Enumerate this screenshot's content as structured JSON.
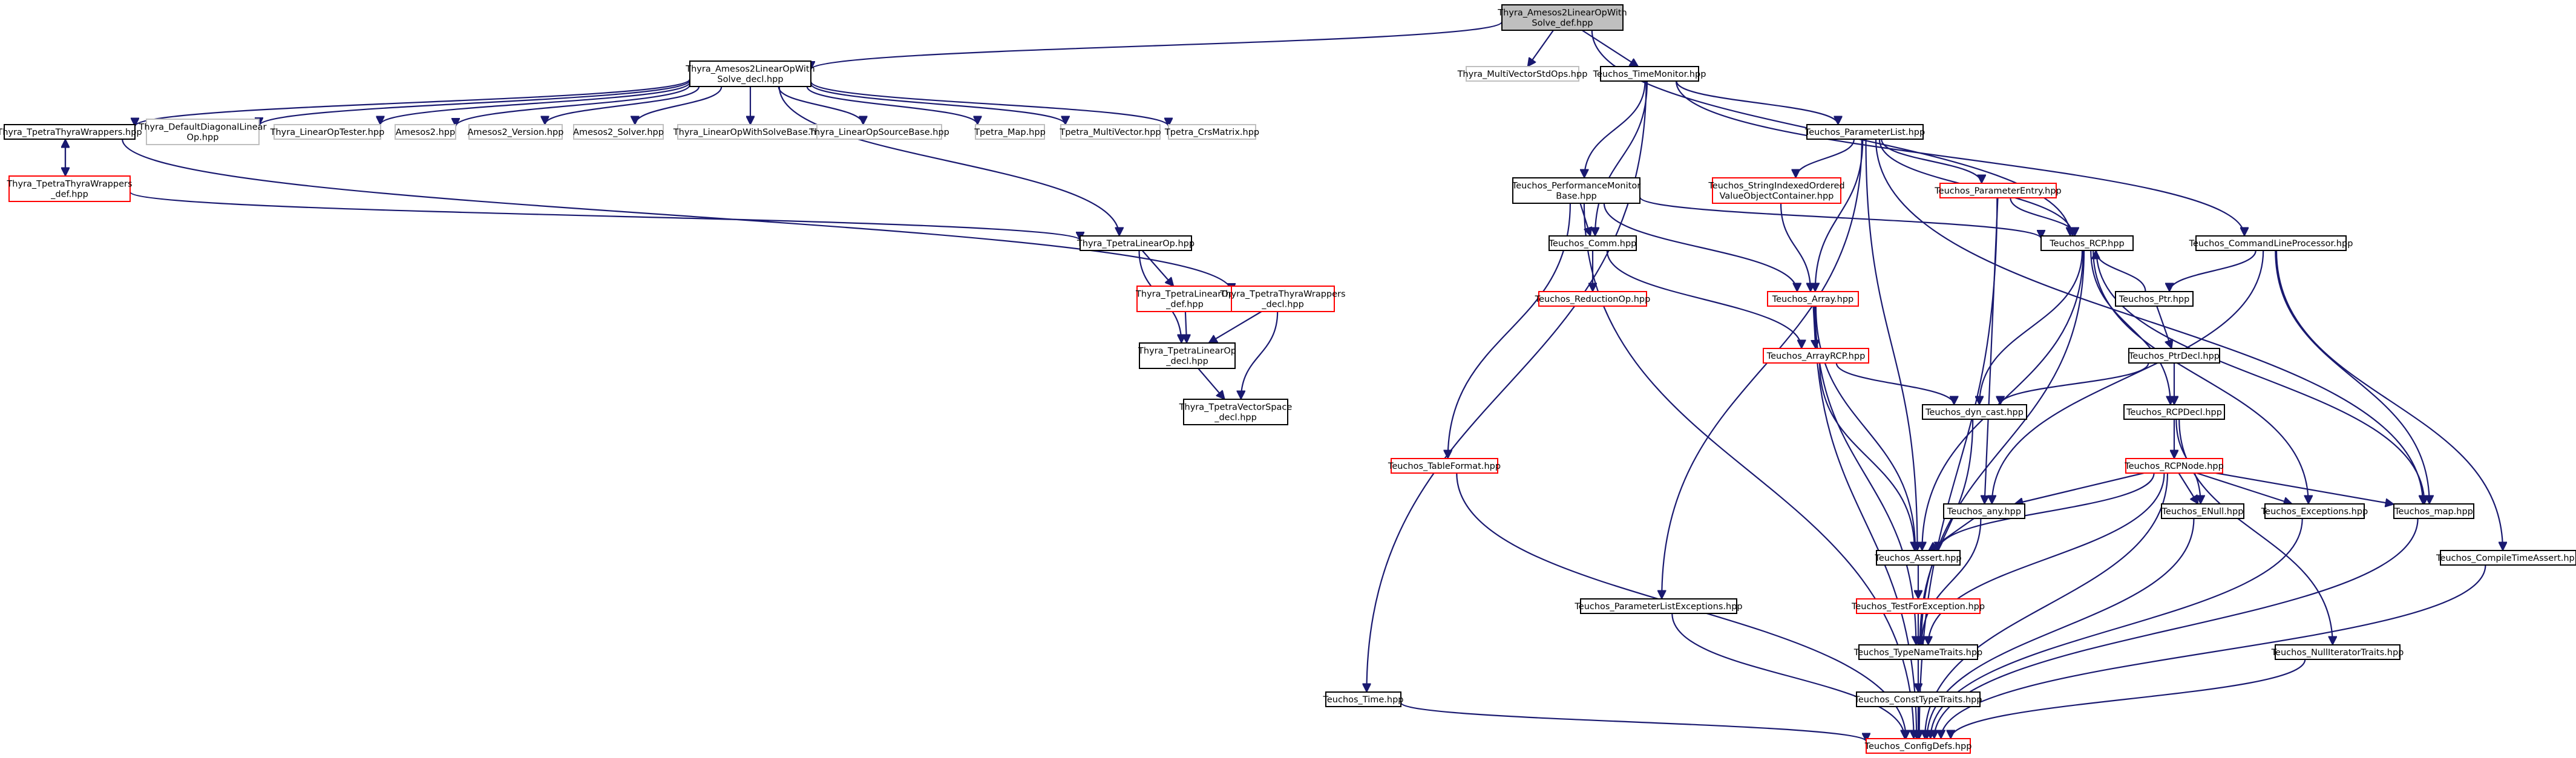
{
  "colors": {
    "root_fill": "#bfbfbf",
    "normal_border": "#000000",
    "documented_border": "#ff0000",
    "undocumented_border": "#bfbfbf",
    "edge": "#191970"
  },
  "nodes": [
    {
      "id": "n0",
      "lines": [
        "Thyra_Amesos2LinearOpWith",
        "Solve_def.hpp"
      ],
      "kind": "root"
    },
    {
      "id": "n1",
      "lines": [
        "Thyra_Amesos2LinearOpWith",
        "Solve_decl.hpp"
      ],
      "kind": "normal"
    },
    {
      "id": "n2",
      "lines": [
        "Thyra_MultiVectorStdOps.hpp"
      ],
      "kind": "undoc"
    },
    {
      "id": "n3",
      "lines": [
        "Teuchos_TimeMonitor.hpp"
      ],
      "kind": "normal"
    },
    {
      "id": "n4",
      "lines": [
        "Thyra_TpetraThyraWrappers.hpp"
      ],
      "kind": "normal"
    },
    {
      "id": "n5",
      "lines": [
        "Thyra_DefaultDiagonalLinear",
        "Op.hpp"
      ],
      "kind": "undoc"
    },
    {
      "id": "n6",
      "lines": [
        "Thyra_LinearOpTester.hpp"
      ],
      "kind": "undoc"
    },
    {
      "id": "n7",
      "lines": [
        "Amesos2.hpp"
      ],
      "kind": "undoc"
    },
    {
      "id": "n8",
      "lines": [
        "Amesos2_Version.hpp"
      ],
      "kind": "undoc"
    },
    {
      "id": "n9",
      "lines": [
        "Amesos2_Solver.hpp"
      ],
      "kind": "undoc"
    },
    {
      "id": "n10",
      "lines": [
        "Thyra_LinearOpWithSolveBase.hpp"
      ],
      "kind": "undoc"
    },
    {
      "id": "n11",
      "lines": [
        "Thyra_LinearOpSourceBase.hpp"
      ],
      "kind": "undoc"
    },
    {
      "id": "n12",
      "lines": [
        "Tpetra_Map.hpp"
      ],
      "kind": "undoc"
    },
    {
      "id": "n13",
      "lines": [
        "Tpetra_MultiVector.hpp"
      ],
      "kind": "undoc"
    },
    {
      "id": "n14",
      "lines": [
        "Tpetra_CrsMatrix.hpp"
      ],
      "kind": "undoc"
    },
    {
      "id": "n15",
      "lines": [
        "Thyra_TpetraThyraWrappers",
        "_def.hpp"
      ],
      "kind": "documented"
    },
    {
      "id": "n16",
      "lines": [
        "Thyra_TpetraLinearOp.hpp"
      ],
      "kind": "normal"
    },
    {
      "id": "n17",
      "lines": [
        "Thyra_TpetraLinearOp",
        "_def.hpp"
      ],
      "kind": "documented"
    },
    {
      "id": "n18",
      "lines": [
        "Thyra_TpetraThyraWrappers",
        "_decl.hpp"
      ],
      "kind": "documented"
    },
    {
      "id": "n19",
      "lines": [
        "Thyra_TpetraLinearOp",
        "_decl.hpp"
      ],
      "kind": "normal"
    },
    {
      "id": "n20",
      "lines": [
        "Thyra_TpetraVectorSpace",
        "_decl.hpp"
      ],
      "kind": "normal"
    },
    {
      "id": "n21",
      "lines": [
        "Teuchos_ParameterList.hpp"
      ],
      "kind": "normal"
    },
    {
      "id": "n22",
      "lines": [
        "Teuchos_PerformanceMonitor",
        "Base.hpp"
      ],
      "kind": "normal"
    },
    {
      "id": "n23",
      "lines": [
        "Teuchos_StringIndexedOrdered",
        "ValueObjectContainer.hpp"
      ],
      "kind": "documented"
    },
    {
      "id": "n24",
      "lines": [
        "Teuchos_ParameterEntry.hpp"
      ],
      "kind": "documented"
    },
    {
      "id": "n25",
      "lines": [
        "Teuchos_RCP.hpp"
      ],
      "kind": "normal"
    },
    {
      "id": "n26",
      "lines": [
        "Teuchos_CommandLineProcessor.hpp"
      ],
      "kind": "normal"
    },
    {
      "id": "n27",
      "lines": [
        "Teuchos_Comm.hpp"
      ],
      "kind": "normal"
    },
    {
      "id": "n28",
      "lines": [
        "Teuchos_ReductionOp.hpp"
      ],
      "kind": "documented"
    },
    {
      "id": "n29",
      "lines": [
        "Teuchos_Array.hpp"
      ],
      "kind": "documented"
    },
    {
      "id": "n30",
      "lines": [
        "Teuchos_ArrayRCP.hpp"
      ],
      "kind": "documented"
    },
    {
      "id": "n31",
      "lines": [
        "Teuchos_Ptr.hpp"
      ],
      "kind": "normal"
    },
    {
      "id": "n32",
      "lines": [
        "Teuchos_PtrDecl.hpp"
      ],
      "kind": "normal"
    },
    {
      "id": "n33",
      "lines": [
        "Teuchos_dyn_cast.hpp"
      ],
      "kind": "normal"
    },
    {
      "id": "n34",
      "lines": [
        "Teuchos_RCPDecl.hpp"
      ],
      "kind": "normal"
    },
    {
      "id": "n35",
      "lines": [
        "Teuchos_TableFormat.hpp"
      ],
      "kind": "documented"
    },
    {
      "id": "n36",
      "lines": [
        "Teuchos_RCPNode.hpp"
      ],
      "kind": "documented"
    },
    {
      "id": "n37",
      "lines": [
        "Teuchos_any.hpp"
      ],
      "kind": "normal"
    },
    {
      "id": "n38",
      "lines": [
        "Teuchos_ENull.hpp"
      ],
      "kind": "normal"
    },
    {
      "id": "n39",
      "lines": [
        "Teuchos_Exceptions.hpp"
      ],
      "kind": "normal"
    },
    {
      "id": "n40",
      "lines": [
        "Teuchos_map.hpp"
      ],
      "kind": "normal"
    },
    {
      "id": "n41",
      "lines": [
        "Teuchos_Assert.hpp"
      ],
      "kind": "normal"
    },
    {
      "id": "n42",
      "lines": [
        "Teuchos_CompileTimeAssert.hpp"
      ],
      "kind": "normal"
    },
    {
      "id": "n43",
      "lines": [
        "Teuchos_TestForException.hpp"
      ],
      "kind": "documented"
    },
    {
      "id": "n44",
      "lines": [
        "Teuchos_ParameterListExceptions.hpp"
      ],
      "kind": "normal"
    },
    {
      "id": "n45",
      "lines": [
        "Teuchos_TypeNameTraits.hpp"
      ],
      "kind": "normal"
    },
    {
      "id": "n46",
      "lines": [
        "Teuchos_NullIteratorTraits.hpp"
      ],
      "kind": "normal"
    },
    {
      "id": "n47",
      "lines": [
        "Teuchos_Time.hpp"
      ],
      "kind": "normal"
    },
    {
      "id": "n48",
      "lines": [
        "Teuchos_ConstTypeTraits.hpp"
      ],
      "kind": "normal"
    },
    {
      "id": "n49",
      "lines": [
        "Teuchos_ConfigDefs.hpp"
      ],
      "kind": "documented"
    }
  ],
  "edges": [
    [
      "n0",
      "n1"
    ],
    [
      "n0",
      "n2"
    ],
    [
      "n0",
      "n3"
    ],
    [
      "n0",
      "n25"
    ],
    [
      "n1",
      "n4"
    ],
    [
      "n1",
      "n5"
    ],
    [
      "n1",
      "n6"
    ],
    [
      "n1",
      "n7"
    ],
    [
      "n1",
      "n8"
    ],
    [
      "n1",
      "n9"
    ],
    [
      "n1",
      "n10"
    ],
    [
      "n1",
      "n11"
    ],
    [
      "n1",
      "n12"
    ],
    [
      "n1",
      "n13"
    ],
    [
      "n1",
      "n14"
    ],
    [
      "n1",
      "n16"
    ],
    [
      "n4",
      "n15"
    ],
    [
      "n4",
      "n18"
    ],
    [
      "n15",
      "n4"
    ],
    [
      "n15",
      "n16"
    ],
    [
      "n16",
      "n17"
    ],
    [
      "n16",
      "n19"
    ],
    [
      "n17",
      "n19"
    ],
    [
      "n18",
      "n19"
    ],
    [
      "n18",
      "n20"
    ],
    [
      "n19",
      "n20"
    ],
    [
      "n3",
      "n21"
    ],
    [
      "n3",
      "n22"
    ],
    [
      "n3",
      "n27"
    ],
    [
      "n3",
      "n26"
    ],
    [
      "n3",
      "n47"
    ],
    [
      "n21",
      "n23"
    ],
    [
      "n21",
      "n24"
    ],
    [
      "n21",
      "n29"
    ],
    [
      "n21",
      "n25"
    ],
    [
      "n21",
      "n40"
    ],
    [
      "n21",
      "n41"
    ],
    [
      "n21",
      "n44"
    ],
    [
      "n22",
      "n27"
    ],
    [
      "n22",
      "n29"
    ],
    [
      "n22",
      "n25"
    ],
    [
      "n22",
      "n35"
    ],
    [
      "n22",
      "n49"
    ],
    [
      "n23",
      "n29"
    ],
    [
      "n24",
      "n25"
    ],
    [
      "n24",
      "n37"
    ],
    [
      "n24",
      "n49"
    ],
    [
      "n25",
      "n34"
    ],
    [
      "n25",
      "n33"
    ],
    [
      "n25",
      "n41"
    ],
    [
      "n25",
      "n45"
    ],
    [
      "n25",
      "n39"
    ],
    [
      "n25",
      "n40"
    ],
    [
      "n26",
      "n31"
    ],
    [
      "n26",
      "n37"
    ],
    [
      "n26",
      "n40"
    ],
    [
      "n26",
      "n42"
    ],
    [
      "n27",
      "n28"
    ],
    [
      "n27",
      "n30"
    ],
    [
      "n29",
      "n30"
    ],
    [
      "n29",
      "n41"
    ],
    [
      "n29",
      "n45"
    ],
    [
      "n29",
      "n49"
    ],
    [
      "n30",
      "n33"
    ],
    [
      "n30",
      "n41"
    ],
    [
      "n31",
      "n32"
    ],
    [
      "n31",
      "n25"
    ],
    [
      "n32",
      "n34"
    ],
    [
      "n32",
      "n33"
    ],
    [
      "n33",
      "n45"
    ],
    [
      "n34",
      "n36"
    ],
    [
      "n34",
      "n38"
    ],
    [
      "n34",
      "n46"
    ],
    [
      "n36",
      "n37"
    ],
    [
      "n36",
      "n38"
    ],
    [
      "n36",
      "n39"
    ],
    [
      "n36",
      "n40"
    ],
    [
      "n36",
      "n41"
    ],
    [
      "n36",
      "n45"
    ],
    [
      "n36",
      "n49"
    ],
    [
      "n37",
      "n41"
    ],
    [
      "n37",
      "n45"
    ],
    [
      "n38",
      "n49"
    ],
    [
      "n39",
      "n49"
    ],
    [
      "n40",
      "n49"
    ],
    [
      "n41",
      "n43"
    ],
    [
      "n43",
      "n45"
    ],
    [
      "n44",
      "n49"
    ],
    [
      "n45",
      "n48"
    ],
    [
      "n46",
      "n49"
    ],
    [
      "n47",
      "n49"
    ],
    [
      "n48",
      "n49"
    ],
    [
      "n42",
      "n49"
    ],
    [
      "n35",
      "n49"
    ]
  ]
}
